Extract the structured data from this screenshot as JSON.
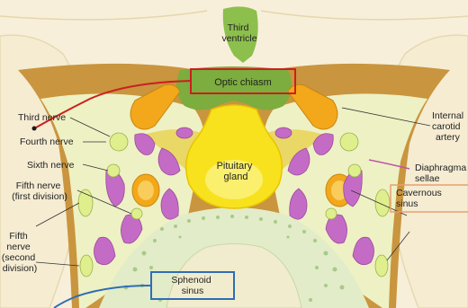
{
  "labels": {
    "third_ventricle": [
      "Third",
      "ventricle"
    ],
    "optic_chiasm": "Optic chiasm",
    "third_nerve": "Third nerve",
    "fourth_nerve": "Fourth nerve",
    "sixth_nerve": "Sixth nerve",
    "fifth_nerve_first": [
      "Fifth nerve",
      "(first division)"
    ],
    "fifth_nerve_second": [
      "Fifth",
      "nerve",
      "(second",
      "division)"
    ],
    "pituitary_gland": [
      "Pituitary",
      "gland"
    ],
    "internal_carotid_artery": [
      "Internal",
      "carotid",
      "artery"
    ],
    "diaphragma_sellae": [
      "Diaphragma",
      "sellae"
    ],
    "cavernous_sinus": [
      "Cavernous",
      "sinus"
    ],
    "sphenoid_sinus": [
      "Sphenoid",
      "sinus"
    ]
  },
  "colors": {
    "optic_chiasm_box": "#cc1f1f",
    "optic_chiasm_pointer": "#cc1f1f",
    "sphenoid_sinus_box": "#2f6db5",
    "sphenoid_sinus_pointer": "#2f6db5",
    "diaphragma_sellae_line": "#c055a8",
    "cavernous_sinus_box": "#e8a070",
    "pituitary": "#f7e21d",
    "carotid": "#f2a81a",
    "vein_sinus": "#c46cc5",
    "nerve": "#e0ef8e",
    "chiasm_green": "#7cad3e",
    "dura": "#c9953e",
    "brain": "#f7efd9",
    "bone": "#e2ecc8"
  }
}
